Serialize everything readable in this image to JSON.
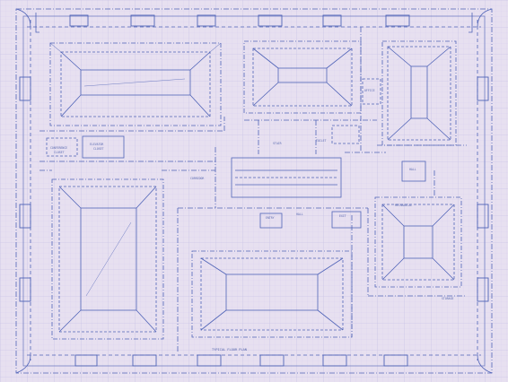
{
  "drawing": {
    "ink_color": "#3f58b0",
    "grid_color": "#c9c6e8",
    "paper_color": "#ece6f1",
    "medium": "blueprint"
  },
  "labels": {
    "room_left_a": "CONFERENCE",
    "room_left_b": "CLOSET",
    "room_mid_a": "ELEVATOR",
    "room_mid_b": "CLOSET",
    "stair_lobby": "STAIR",
    "toilet": "TOILET",
    "entry_label": "ENTRY",
    "corridor_label": "CORRIDOR",
    "hall_label": "HALL",
    "room_east": "HALL",
    "room_east_2": "OFFICE",
    "exit_label": "EXIT",
    "mechanical": "MECHANICAL",
    "storage": "STORAGE",
    "title_block": "TYPICAL FLOOR PLAN"
  }
}
